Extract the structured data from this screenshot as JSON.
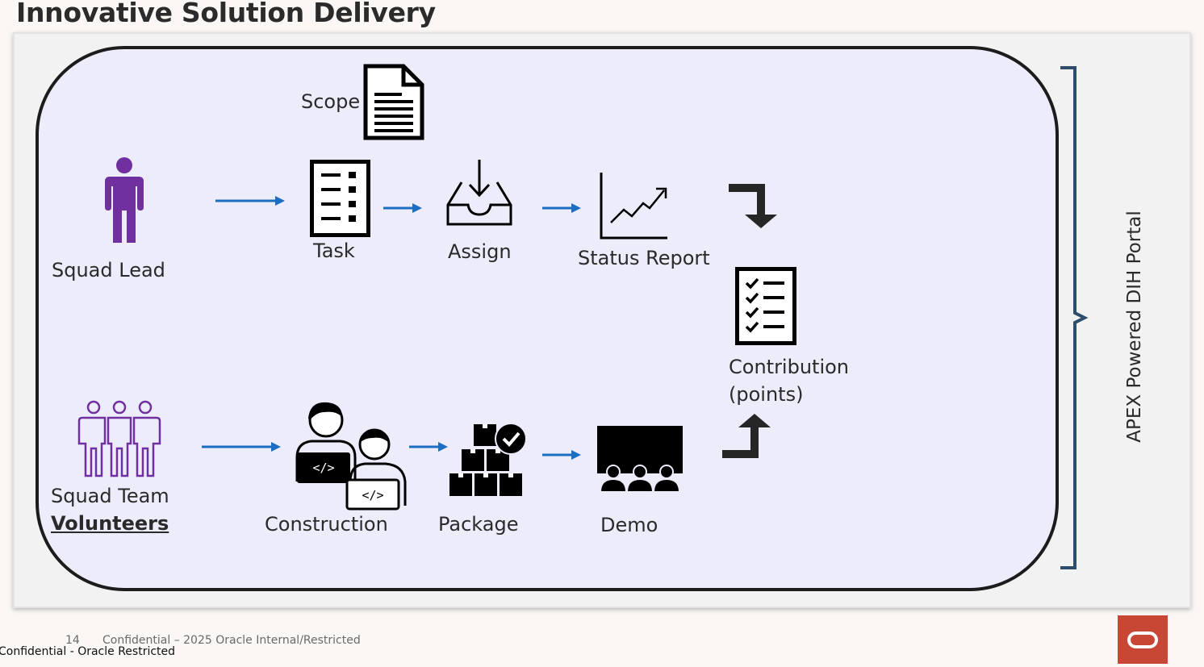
{
  "title": "Innovative Solution Delivery",
  "portal_label": "APEX Powered DIH Portal",
  "top_row": {
    "role": "Squad Lead",
    "scope": "Scope",
    "task": "Task",
    "assign": "Assign",
    "status_report": "Status Report"
  },
  "bottom_row": {
    "role": "Squad Team",
    "role_emphasis": "Volunteers",
    "construction": "Construction",
    "package": "Package",
    "demo": "Demo"
  },
  "contribution": {
    "line1": "Contribution",
    "line2": "(points)"
  },
  "footer": {
    "page_number": "14",
    "confidential_note": "Confidential – 2025 Oracle Internal/Restricted",
    "classification": "Confidential - Oracle Restricted"
  },
  "colors": {
    "arrow_blue": "#1b6ec2",
    "person_purple": "#7030a0",
    "panel_fill": "#ececfb",
    "bracket": "#2e4d6b",
    "oracle_red": "#c74634"
  }
}
